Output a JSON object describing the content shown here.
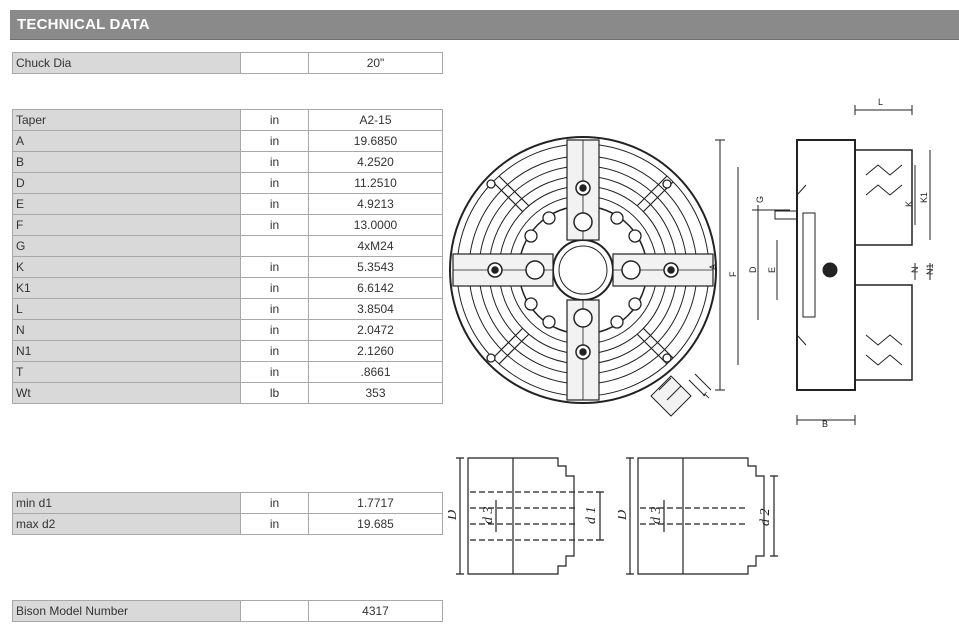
{
  "header": {
    "title": "TECHNICAL DATA"
  },
  "chuck_table": [
    {
      "label": "Chuck Dia",
      "unit": "",
      "value": "20\""
    }
  ],
  "dims_table": [
    {
      "label": "Taper",
      "unit": "in",
      "value": "A2-15"
    },
    {
      "label": "A",
      "unit": "in",
      "value": "19.6850"
    },
    {
      "label": "B",
      "unit": "in",
      "value": "4.2520"
    },
    {
      "label": "D",
      "unit": "in",
      "value": "11.2510"
    },
    {
      "label": "E",
      "unit": "in",
      "value": "4.9213"
    },
    {
      "label": "F",
      "unit": "in",
      "value": "13.0000"
    },
    {
      "label": "G",
      "unit": "",
      "value": "4xM24"
    },
    {
      "label": "K",
      "unit": "in",
      "value": "5.3543"
    },
    {
      "label": "K1",
      "unit": "in",
      "value": "6.6142"
    },
    {
      "label": "L",
      "unit": "in",
      "value": "3.8504"
    },
    {
      "label": "N",
      "unit": "in",
      "value": "2.0472"
    },
    {
      "label": "N1",
      "unit": "in",
      "value": "2.1260"
    },
    {
      "label": "T",
      "unit": "in",
      "value": ".8661"
    },
    {
      "label": "Wt",
      "unit": "lb",
      "value": "353"
    }
  ],
  "range_table": [
    {
      "label": "min d1",
      "unit": "in",
      "value": "1.7717"
    },
    {
      "label": "max d2",
      "unit": "in",
      "value": "19.685"
    }
  ],
  "model_table": [
    {
      "label": "Bison Model Number",
      "unit": "",
      "value": "4317"
    }
  ],
  "drawing_labels": {
    "side": {
      "L": "L",
      "G": "G",
      "K": "K",
      "K1": "K1",
      "A": "A",
      "F": "F",
      "D": "D",
      "E": "E",
      "N": "N",
      "N1": "N1",
      "B": "B",
      "T": "T"
    },
    "jaw_left": {
      "D": "D",
      "d3": "d 3",
      "d1": "d 1"
    },
    "jaw_right": {
      "D": "D",
      "d3": "d 3",
      "d2": "d 2"
    }
  }
}
